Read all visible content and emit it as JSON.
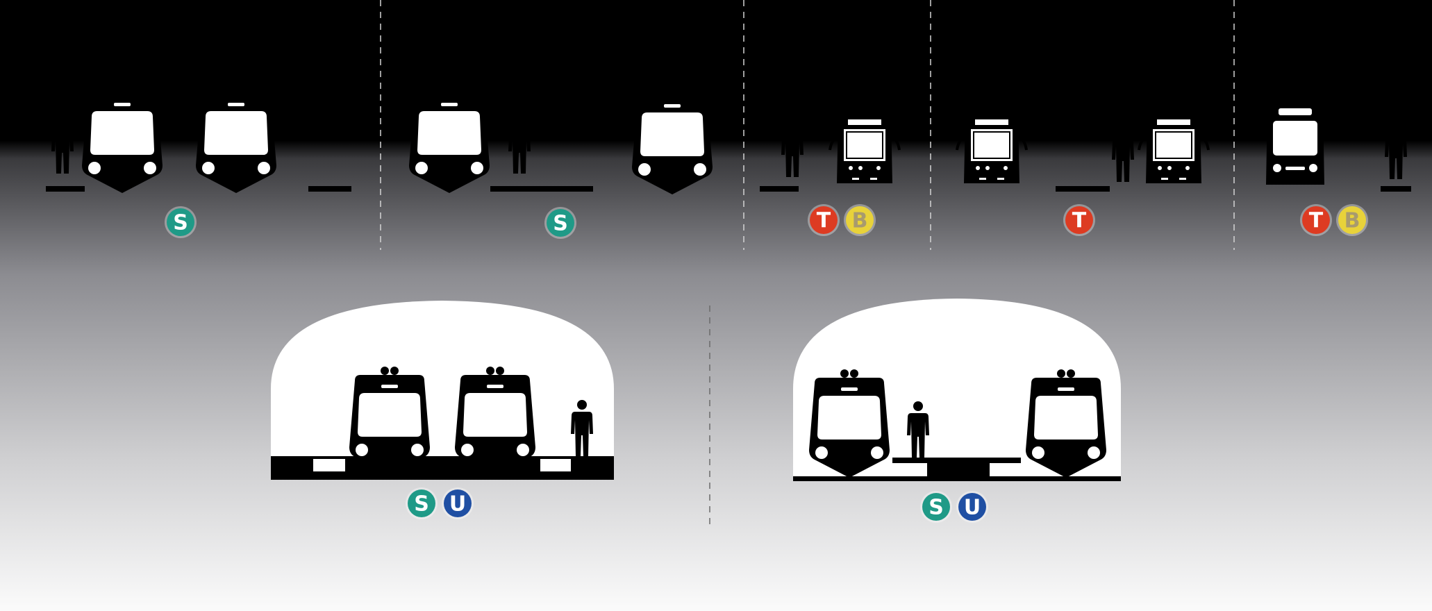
{
  "colors": {
    "s_bahn": "#1f9a87",
    "u_bahn": "#1f4fa3",
    "tram": "#dd3b22",
    "bus": "#e8d23a",
    "bus_letter": "#a89a6e",
    "letter": "#ffffff"
  },
  "icons": [
    "suburban-train-icon",
    "tram-icon",
    "bus-icon",
    "pedestrian-icon",
    "tunnel-icon"
  ],
  "badges": {
    "s": {
      "letter": "S",
      "color": "s_bahn"
    },
    "u": {
      "letter": "U",
      "color": "u_bahn"
    },
    "t": {
      "letter": "T",
      "color": "tram"
    },
    "b": {
      "letter": "B",
      "color": "bus"
    }
  },
  "panels": {
    "surface_1": {
      "badges": [
        "S"
      ]
    },
    "surface_2": {
      "badges": [
        "S"
      ]
    },
    "surface_3": {
      "badges": [
        "T",
        "B"
      ]
    },
    "surface_4": {
      "badges": [
        "T"
      ]
    },
    "surface_5": {
      "badges": [
        "T",
        "B"
      ]
    },
    "tunnel_1": {
      "badges": [
        "S",
        "U"
      ]
    },
    "tunnel_2": {
      "badges": [
        "S",
        "U"
      ]
    }
  }
}
